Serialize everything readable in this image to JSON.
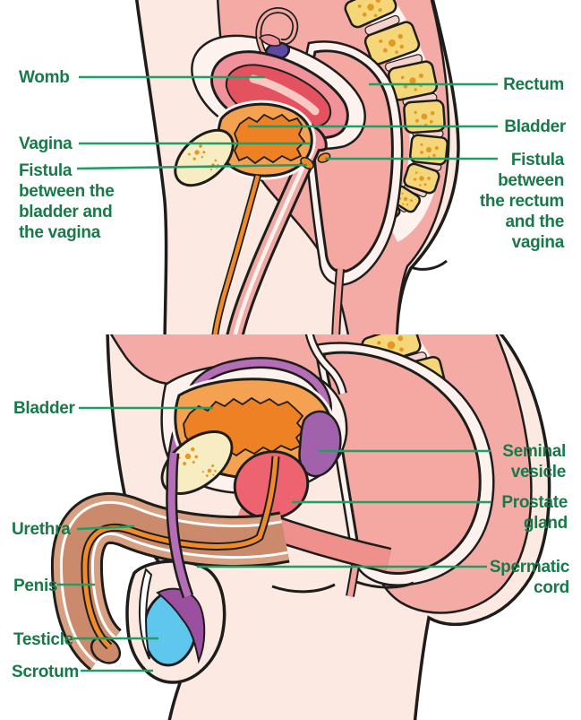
{
  "colors": {
    "outline": "#1d1d1b",
    "skin": "#fbe9e2",
    "cavity": "#f5aba5",
    "halo": "#fdf2ee",
    "rectum": "#f5a8a2",
    "anal": "#f2a09a",
    "bone": "#f5d779",
    "bone_pale": "#f8ecc3",
    "disc": "#f6d2cc",
    "speckle": "#e39a25",
    "womb_outer": "#f1929a",
    "womb_inner": "#e4525f",
    "womb_lining": "#f8c9c3",
    "bladder_outer": "#f5a152",
    "bladder_inner": "#ee8124",
    "vagina": "#f2a9a3",
    "urethra": "#f18b29",
    "ovary": "#5d49a4",
    "seminal_vesicle": "#a262ab",
    "spermatic_cord": "#b56db5",
    "epididymis": "#9a4f9f",
    "prostate": "#ed6370",
    "penis_outer": "#d89f81",
    "penis_inner": "#cb8a6b",
    "crus": "#f0908d",
    "testicle": "#5fc6ee",
    "white": "#ffffff",
    "leader_line": "#1f9f63",
    "label_text": "#187a4b"
  },
  "female": {
    "labels": {
      "womb": "Womb",
      "vagina": "Vagina",
      "fistula_bladder": "Fistula between the bladder and the vagina",
      "rectum": "Rectum",
      "bladder": "Bladder",
      "fistula_rectum": "Fistula between the rectum and the vagina"
    }
  },
  "male": {
    "labels": {
      "bladder": "Bladder",
      "urethra": "Urethra",
      "penis": "Penis",
      "testicle": "Testicle",
      "scrotum": "Scrotum",
      "seminal_vesicle": "Seminal vesicle",
      "prostate_gland": "Prostate gland",
      "spermatic_cord": "Spermatic cord"
    }
  }
}
